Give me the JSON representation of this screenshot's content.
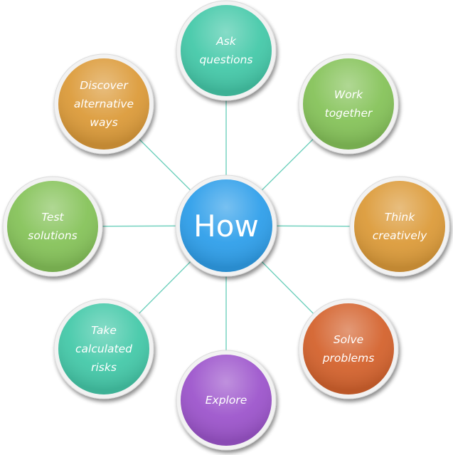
{
  "hub": {
    "label": "How",
    "color": "#2f9fea"
  },
  "nodes": [
    {
      "id": "ask-questions",
      "lines": [
        "Ask",
        "questions"
      ],
      "color": "#45c9a9"
    },
    {
      "id": "work-together",
      "lines": [
        "Work",
        "together"
      ],
      "color": "#86c35a"
    },
    {
      "id": "think-creatively",
      "lines": [
        "Think",
        "creatively"
      ],
      "color": "#dc9b3a"
    },
    {
      "id": "solve-problems",
      "lines": [
        "Solve",
        "problems"
      ],
      "color": "#d4632e"
    },
    {
      "id": "explore",
      "lines": [
        "Explore"
      ],
      "color": "#9d55cc"
    },
    {
      "id": "take-calculated-risks",
      "lines": [
        "Take",
        "calculated",
        "risks"
      ],
      "color": "#45c9a9"
    },
    {
      "id": "test-solutions",
      "lines": [
        "Test",
        "solutions"
      ],
      "color": "#86c35a"
    },
    {
      "id": "discover-alternative-ways",
      "lines": [
        "Discover",
        "alternative",
        "ways"
      ],
      "color": "#dc9b3a"
    }
  ]
}
